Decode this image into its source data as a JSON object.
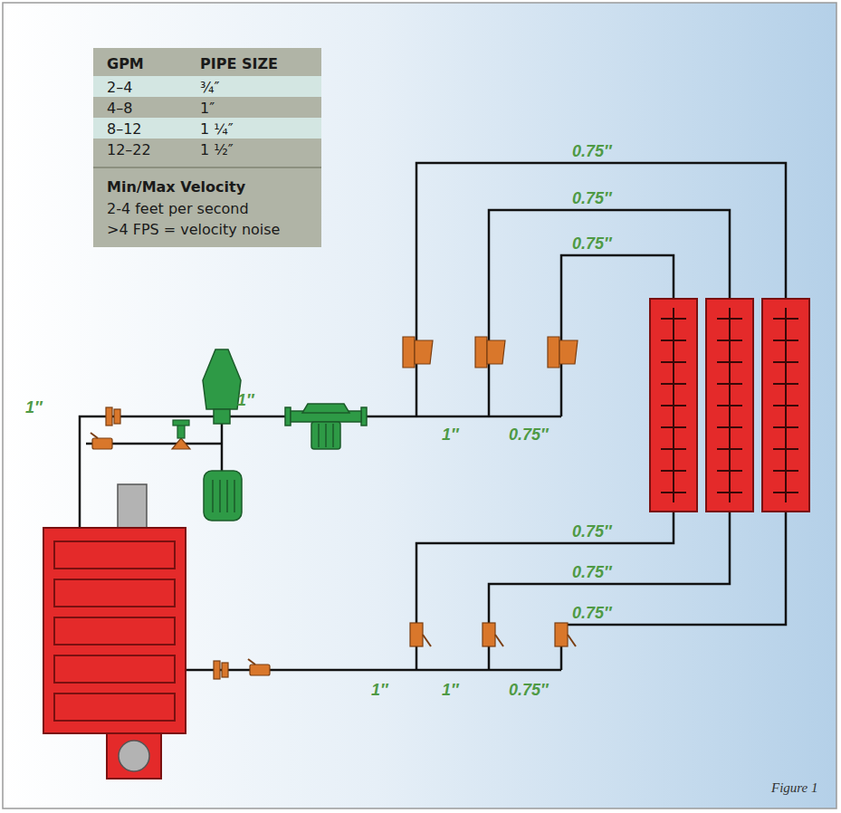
{
  "diagram": {
    "caption": "Figure 1",
    "nodes": [
      {
        "text": [
          "GPM",
          "PIPE SIZE",
          "2–4",
          "¾″",
          "4–8",
          "1″",
          "8–12",
          "1 ¼″",
          "12–22",
          "1 ½″",
          "Min/Max Velocity",
          "2-4 feet per second",
          ">4 FPS = velocity noise"
        ]
      }
    ],
    "labels": [
      "0.75″",
      "0.75″",
      "0.75″",
      "1″",
      "1″",
      "1″",
      "0.75″",
      "0.75″",
      "0.75″",
      "0.75″",
      "1″",
      "1″",
      "0.75″"
    ]
  }
}
